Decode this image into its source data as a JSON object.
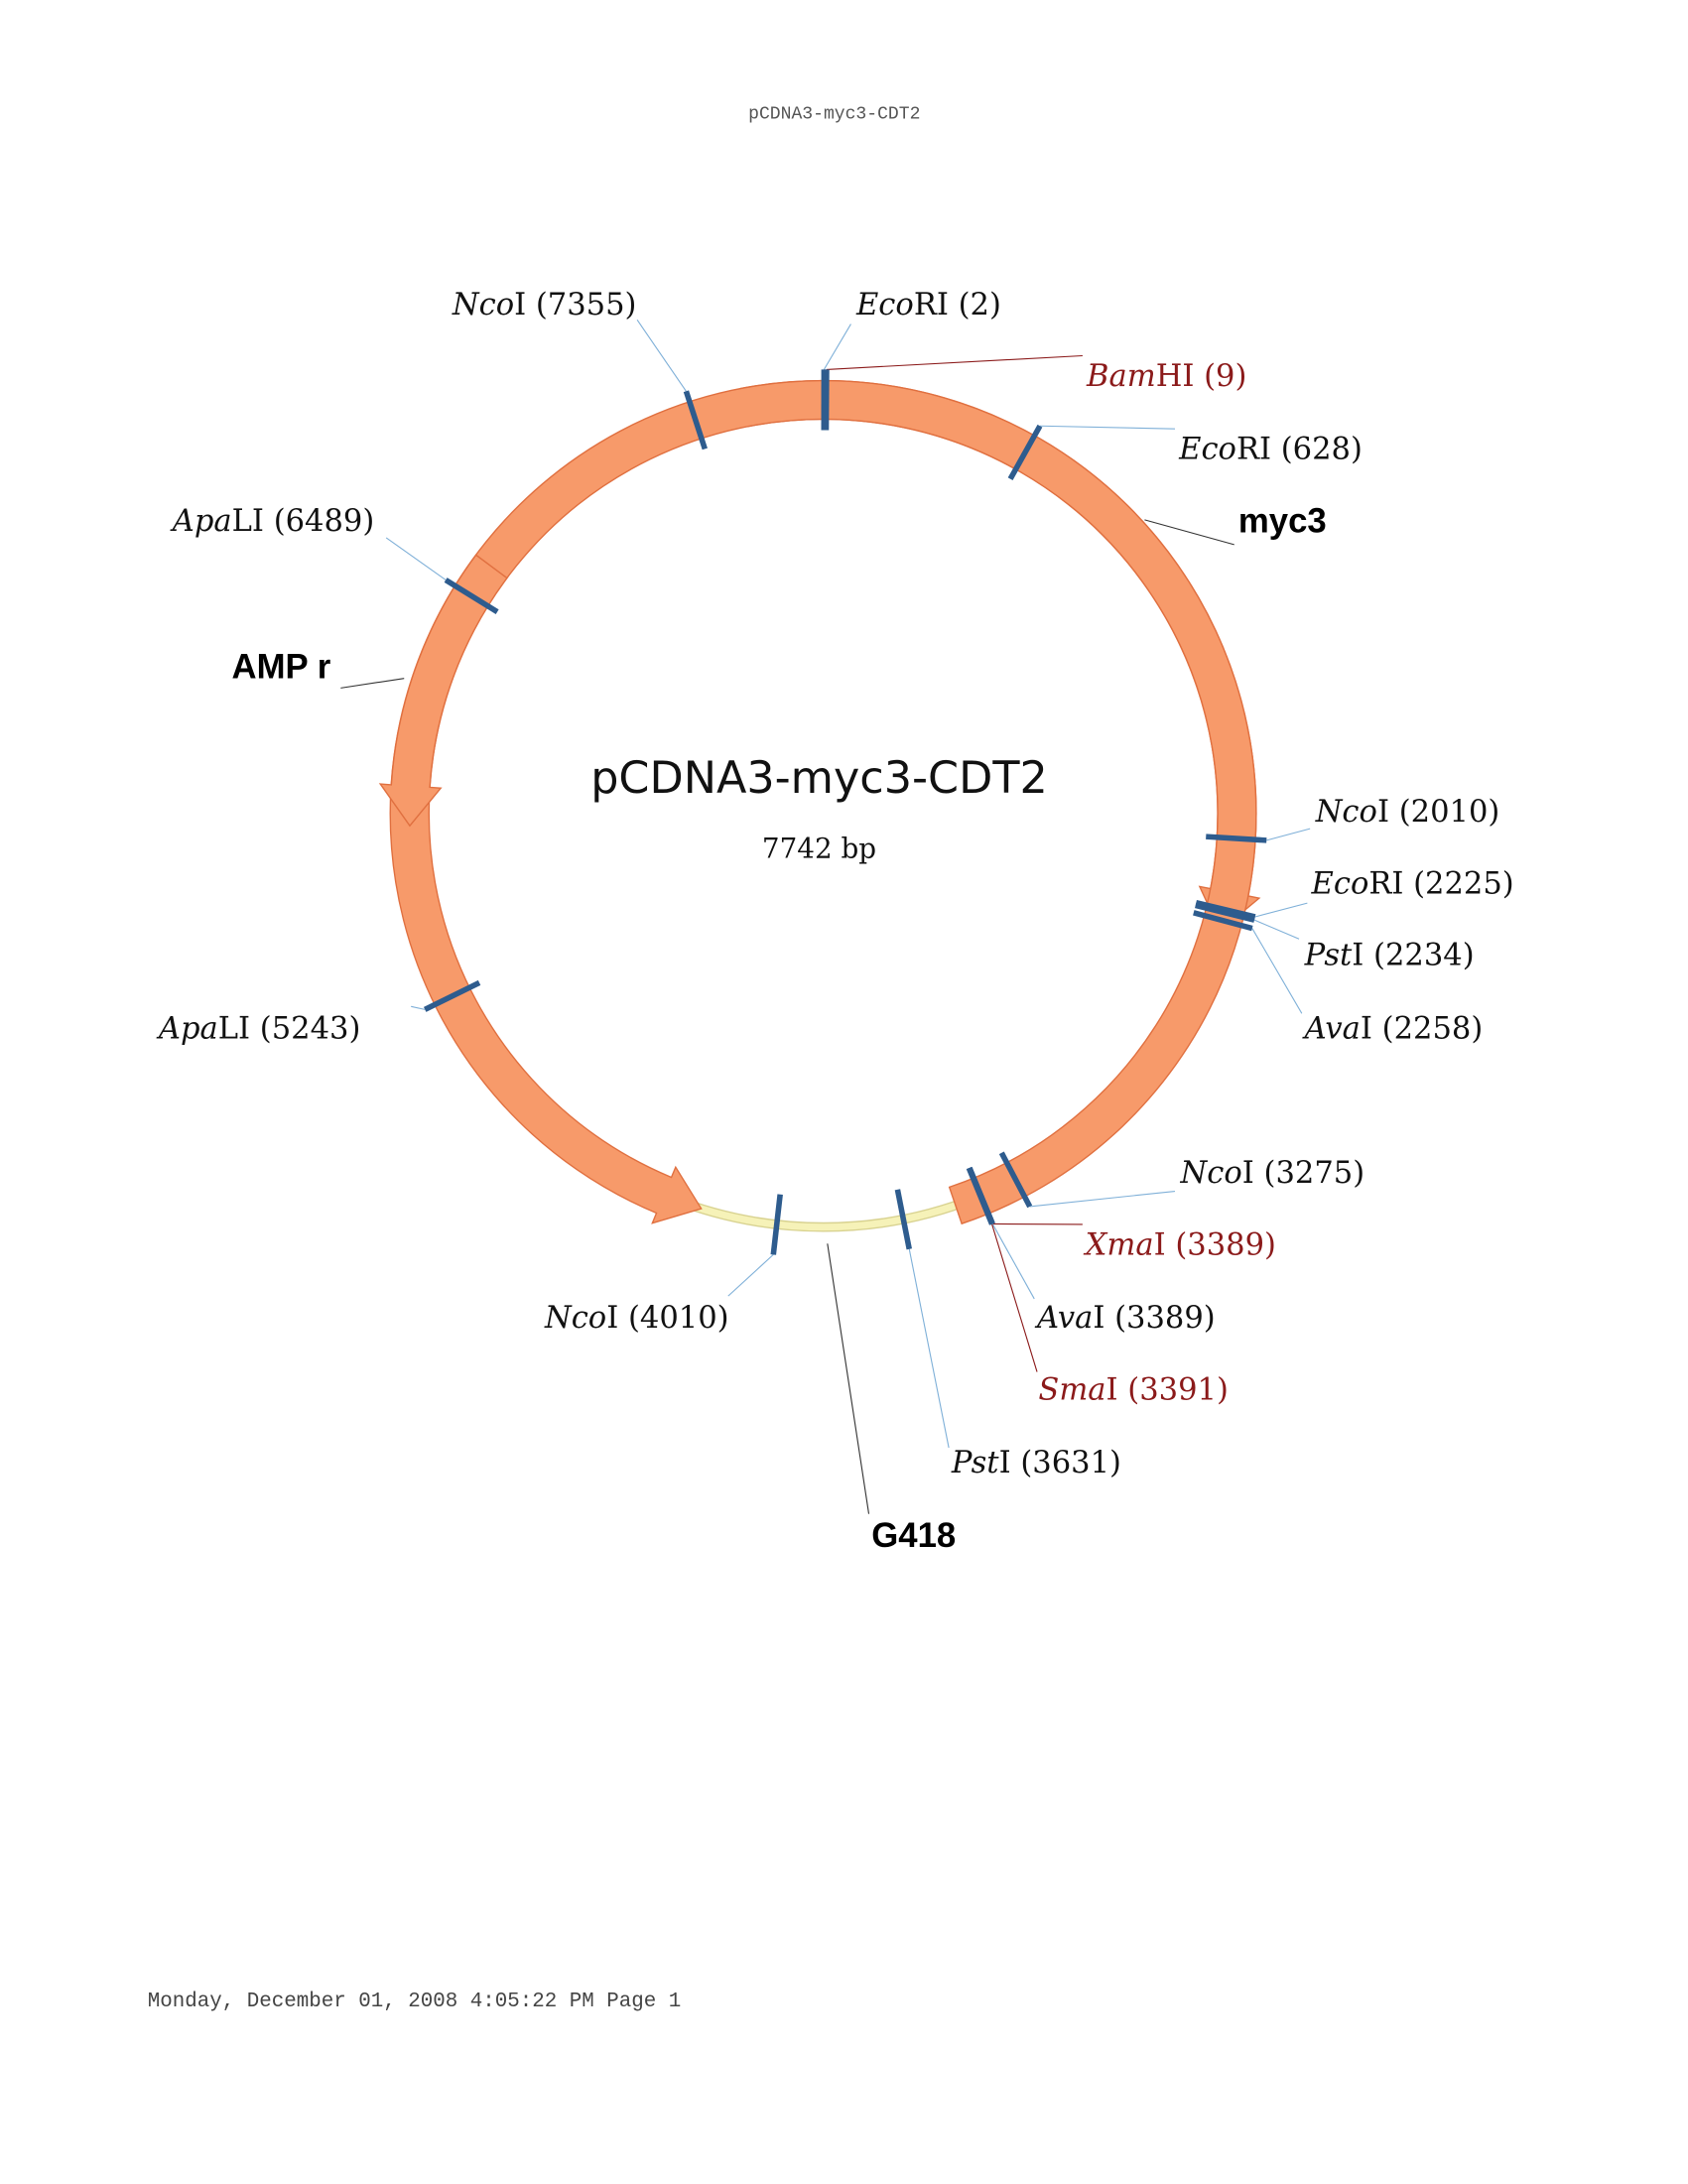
{
  "header": "pCDNA3-myc3-CDT2",
  "footer": "Monday, December 01, 2008 4:05:22 PM Page 1",
  "plasmid": {
    "name": "pCDNA3-myc3-CDT2",
    "size_label": "7742 bp",
    "length": 7742
  },
  "colors": {
    "feature": "#f79a6a",
    "feature_edge": "#e07040",
    "backbone": "#f6f2b8",
    "backbone_edge": "#d8d290",
    "site": "#2e5c8e",
    "site_line": "#7fb0d8",
    "unique": "#8b1a1a"
  },
  "features": [
    {
      "name": "myc3",
      "start": 7505,
      "end": 2290,
      "direction": "cw"
    },
    {
      "name": "G418",
      "start": 3470,
      "end": 4240,
      "direction": "ccw"
    },
    {
      "name": "AMP r",
      "start": 6595,
      "end": 5770,
      "direction": "ccw"
    }
  ],
  "sites": [
    {
      "italic": "Nco",
      "rest": "I (7355)",
      "pos": 7355,
      "unique": false
    },
    {
      "italic": "Eco",
      "rest": "RI (2)",
      "pos": 2,
      "unique": false
    },
    {
      "italic": "Bam",
      "rest": "HI (9)",
      "pos": 9,
      "unique": true
    },
    {
      "italic": "Eco",
      "rest": "RI (628)",
      "pos": 628,
      "unique": false
    },
    {
      "italic": "Nco",
      "rest": "I (2010)",
      "pos": 2010,
      "unique": false
    },
    {
      "italic": "Eco",
      "rest": "RI (2225)",
      "pos": 2225,
      "unique": false
    },
    {
      "italic": "Pst",
      "rest": "I (2234)",
      "pos": 2234,
      "unique": false
    },
    {
      "italic": "Ava",
      "rest": "I (2258)",
      "pos": 2258,
      "unique": false
    },
    {
      "italic": "Nco",
      "rest": "I (3275)",
      "pos": 3275,
      "unique": false
    },
    {
      "italic": "Xma",
      "rest": "I (3389)",
      "pos": 3389,
      "unique": true
    },
    {
      "italic": "Ava",
      "rest": "I (3389)",
      "pos": 3389,
      "unique": false
    },
    {
      "italic": "Sma",
      "rest": "I (3391)",
      "pos": 3391,
      "unique": true
    },
    {
      "italic": "Pst",
      "rest": "I (3631)",
      "pos": 3631,
      "unique": false
    },
    {
      "italic": "Nco",
      "rest": "I (4010)",
      "pos": 4010,
      "unique": false
    },
    {
      "italic": "Apa",
      "rest": "LI (5243)",
      "pos": 5243,
      "unique": false
    },
    {
      "italic": "Apa",
      "rest": "LI (6489)",
      "pos": 6489,
      "unique": false
    }
  ]
}
